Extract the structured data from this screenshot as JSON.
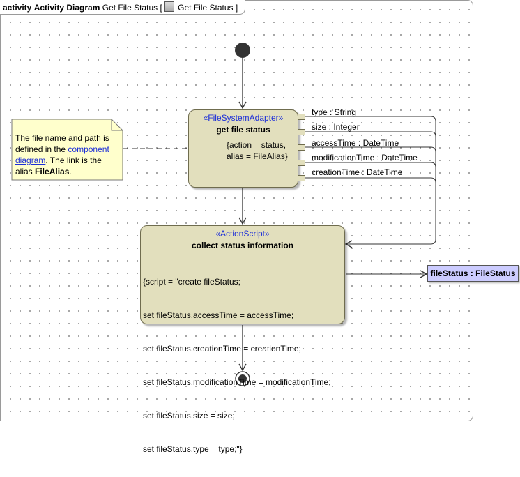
{
  "diagram": {
    "tab": {
      "kind": "activity",
      "name": "Activity Diagram",
      "title": "Get File Status",
      "title_bracket_open": "[",
      "behavior": "Get File Status",
      "title_bracket_close": "]"
    },
    "action_get": {
      "stereotype": "«FileSystemAdapter»",
      "name": "get file status",
      "tags_line1": "{action = status,",
      "tags_line2": "alias = FileAlias}"
    },
    "output_pins": [
      {
        "label": "type : String"
      },
      {
        "label": "size : Integer"
      },
      {
        "label": "accessTime : DateTime"
      },
      {
        "label": "modificationTime : DateTime"
      },
      {
        "label": "creationTime : DateTime"
      }
    ],
    "action_collect": {
      "stereotype": "«ActionScript»",
      "name": "collect status information",
      "script_lines": [
        "{script = \"create fileStatus;",
        "set fileStatus.accessTime = accessTime;",
        "set fileStatus.creationTime = creationTime;",
        "set fileStatus.modificationTime = modificationTime;",
        "set fileStatus.size = size;",
        "set fileStatus.type = type;\"}"
      ]
    },
    "note": {
      "part1": "The file name and path is defined in the ",
      "link_text": "component diagram",
      "part2": ". The link is the alias ",
      "bold": "FileAlias",
      "part3": "."
    },
    "object_node": {
      "label": "fileStatus : FileStatus"
    },
    "colors": {
      "action_fill": "#e2dfbd",
      "object_fill": "#ccccff",
      "stereotype": "#1d2fd8",
      "note_fill": "#ffffcc"
    }
  }
}
